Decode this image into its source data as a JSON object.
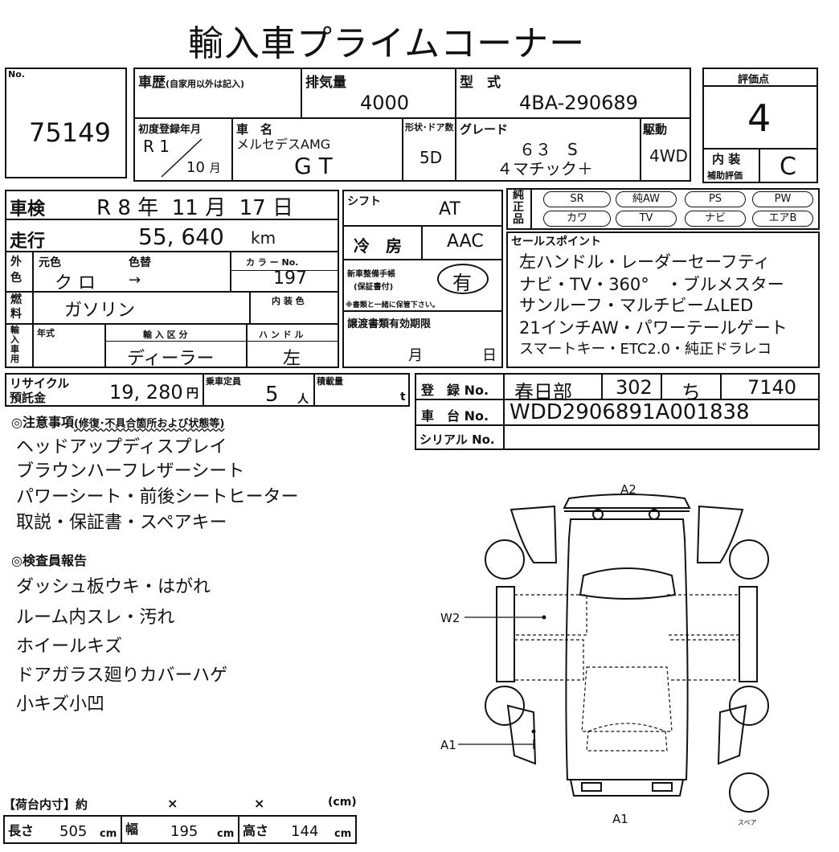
{
  "header": {
    "title": "輸入車プライムコーナー"
  },
  "lot": {
    "no_label": "No.",
    "number": "75149"
  },
  "history": {
    "label": "車歴",
    "note": "(自家用以外は記入)"
  },
  "displacement": {
    "label": "排気量",
    "value": "4000"
  },
  "model": {
    "label": "型　式",
    "value": "4BA-290689"
  },
  "first_reg": {
    "label": "初度登録年月",
    "era": "R 1",
    "month": "10",
    "month_unit": "月"
  },
  "car_name": {
    "label": "車　名",
    "maker": "メルセデスAMG",
    "name": "G T"
  },
  "body_doors": {
    "label": "形状･ドア数",
    "value": "5D"
  },
  "grade": {
    "label": "グレード",
    "line1": "６３　S",
    "line2": "４マチック＋"
  },
  "drive": {
    "label": "駆動",
    "value": "4WD"
  },
  "rating": {
    "label": "評価点",
    "value": "4",
    "interior_label1": "内 装",
    "interior_label2": "補助評価",
    "interior_value": "C"
  },
  "inspection": {
    "label": "車検",
    "era": "R",
    "year": "8",
    "year_unit": "年",
    "month": "11",
    "month_unit": "月",
    "day": "17",
    "day_unit": "日"
  },
  "mileage": {
    "label": "走行",
    "value": "55, 640",
    "unit": "km"
  },
  "color": {
    "outer_label": "外色",
    "orig_label": "元色",
    "change_label": "色替",
    "orig_value": "ク ロ",
    "arrow": "→",
    "code_label": "カ ラ ー No.",
    "code_value": "197",
    "interior_label": "内 装 色"
  },
  "fuel": {
    "label": "燃料",
    "value": "ガソリン"
  },
  "import": {
    "label": "輸入車用",
    "year_label": "年式",
    "class_label": "輸 入 区 分",
    "class_value": "ディーラー",
    "handle_label": "ハ ン ド ル",
    "handle_value": "左"
  },
  "shift": {
    "label": "シフト",
    "value": "AT"
  },
  "ac": {
    "label": "冷　房",
    "value": "AAC"
  },
  "warranty": {
    "label1": "新車整備手帳",
    "label2": "(保証書付)",
    "value": "有",
    "footnote": "※書類と一緒に保管下さい。"
  },
  "transfer": {
    "label": "譲渡書類有効期限",
    "month_unit": "月",
    "day_unit": "日"
  },
  "genuine": {
    "label": "純正品",
    "options": [
      "SR",
      "純AW",
      "PS",
      "PW",
      "カワ",
      "TV",
      "ナビ",
      "エアB"
    ]
  },
  "sales_points": {
    "label": "セールスポイント",
    "lines": [
      "左ハンドル・レーダーセーフティ",
      "ナビ・TV・360°　・ブルメスター",
      "サンルーフ・マルチビームLED",
      "21インチAW・パワーテールゲート",
      "スマートキー・ETC2.0・純正ドラレコ"
    ]
  },
  "recycle": {
    "label1": "リサイクル",
    "label2": "預託金",
    "value": "19, 280",
    "unit": "円"
  },
  "capacity": {
    "label": "乗車定員",
    "value": "5",
    "unit": "人"
  },
  "load": {
    "label": "積載量",
    "unit": "t"
  },
  "registration": {
    "label": "登　録 No.",
    "area": "春日部",
    "class_no": "302",
    "kana": "ち",
    "number": "7140"
  },
  "chassis": {
    "label": "車　台 No.",
    "value": "WDD2906891A001838"
  },
  "serial": {
    "label": "シリアル No."
  },
  "notes": {
    "label": "◎注意事項",
    "label_note": "(修復･不具合箇所および状態等)",
    "lines": [
      "ヘッドアップディスプレイ",
      "ブラウンハーフレザーシート",
      "パワーシート・前後シートヒーター",
      "取説・保証書・スペアキー"
    ]
  },
  "inspector": {
    "label": "◎検査員報告",
    "lines": [
      "ダッシュ板ウキ・はがれ",
      "ルーム内スレ・汚れ",
      "ホイールキズ",
      "ドアガラス廻りカバーハゲ",
      "小キズ小凹"
    ]
  },
  "cargo": {
    "label": "【荷台内寸】約",
    "x1": "×",
    "x2": "×",
    "unit_label": "(cm)",
    "length_label": "長さ",
    "length": "505",
    "width_label": "幅",
    "width": "195",
    "height_label": "高さ",
    "height": "144",
    "unit": "cm"
  },
  "diagram": {
    "labels": {
      "a2": "A2",
      "w2": "W2",
      "a1_side": "A1",
      "a1_rear": "A1",
      "spare": "スペア"
    }
  }
}
